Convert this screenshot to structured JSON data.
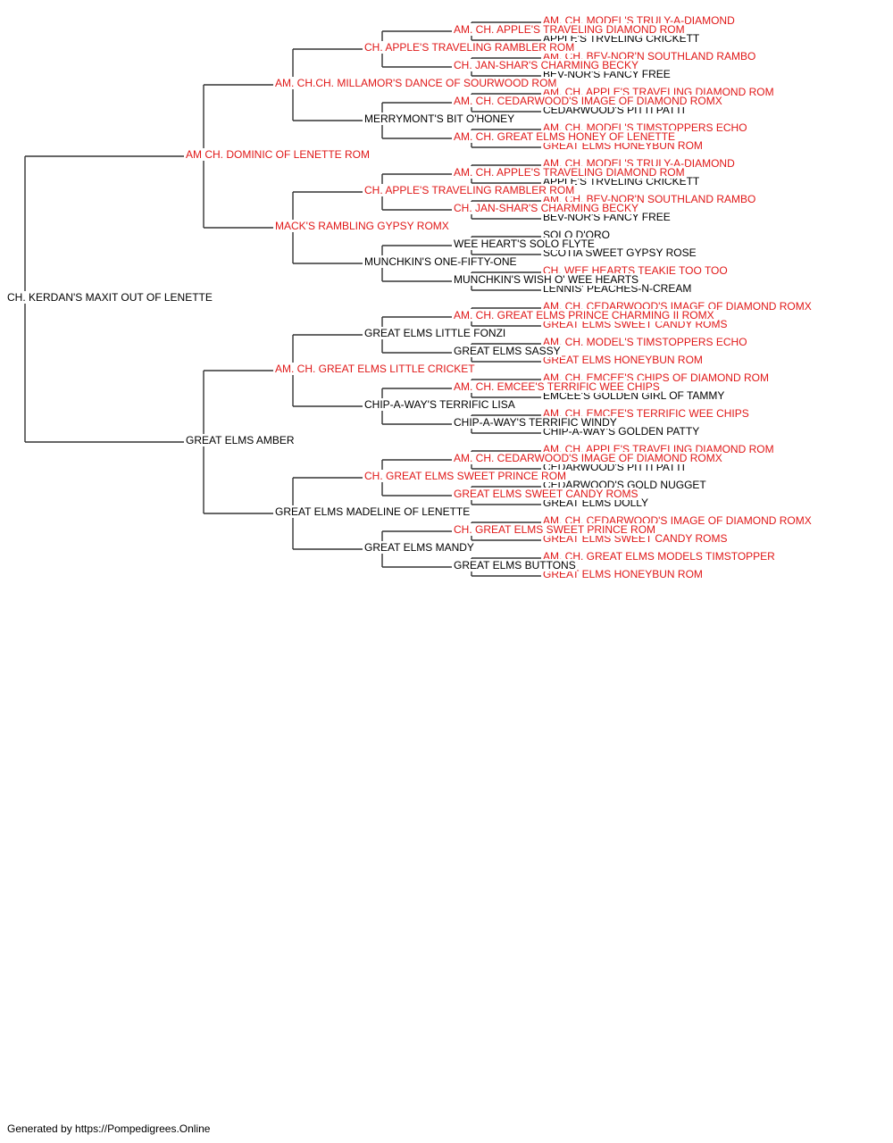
{
  "colors": {
    "champion": "#e01818",
    "normal": "#000000",
    "line": "#333333"
  },
  "pedigree": {
    "name": "CH. KERDAN'S MAXIT OUT OF LENETTE",
    "champion": false,
    "sire": {
      "name": "AM CH. DOMINIC OF LENETTE ROM",
      "champion": true,
      "sire": {
        "name": "AM. CH.CH. MILLAMOR'S DANCE OF SOURWOOD ROM",
        "champion": true,
        "sire": {
          "name": "CH. APPLE'S TRAVELING RAMBLER ROM",
          "champion": true,
          "sire": {
            "name": "AM. CH. APPLE'S TRAVELING DIAMOND ROM",
            "champion": true,
            "sire": {
              "name": "AM. CH. MODEL'S TRULY-A-DIAMOND",
              "champion": true
            },
            "dam": {
              "name": "APPLE'S TRVELING CRICKETT",
              "champion": false
            }
          },
          "dam": {
            "name": "CH. JAN-SHAR'S CHARMING BECKY",
            "champion": true,
            "sire": {
              "name": "AM. CH. BEV-NOR'N SOUTHLAND RAMBO",
              "champion": true
            },
            "dam": {
              "name": "BEV-NOR'S FANCY FREE",
              "champion": false
            }
          }
        },
        "dam": {
          "name": "MERRYMONT'S BIT O'HONEY",
          "champion": false,
          "sire": {
            "name": "AM. CH. CEDARWOOD'S IMAGE OF DIAMOND ROMX",
            "champion": true,
            "sire": {
              "name": "AM. CH. APPLE'S TRAVELING DIAMOND ROM",
              "champion": true
            },
            "dam": {
              "name": "CEDARWOOD'S PITTI PATTI",
              "champion": false
            }
          },
          "dam": {
            "name": "AM. CH. GREAT ELMS HONEY OF LENETTE",
            "champion": true,
            "sire": {
              "name": "AM. CH. MODEL'S TIMSTOPPERS ECHO",
              "champion": true
            },
            "dam": {
              "name": "GREAT ELMS HONEYBUN ROM",
              "champion": true
            }
          }
        }
      },
      "dam": {
        "name": "MACK'S RAMBLING GYPSY ROMX",
        "champion": true,
        "sire": {
          "name": "CH. APPLE'S TRAVELING RAMBLER ROM",
          "champion": true,
          "sire": {
            "name": "AM. CH. APPLE'S TRAVELING DIAMOND ROM",
            "champion": true,
            "sire": {
              "name": "AM. CH. MODEL'S TRULY-A-DIAMOND",
              "champion": true
            },
            "dam": {
              "name": "APPLE'S TRVELING CRICKETT",
              "champion": false
            }
          },
          "dam": {
            "name": "CH. JAN-SHAR'S CHARMING BECKY",
            "champion": true,
            "sire": {
              "name": "AM. CH. BEV-NOR'N SOUTHLAND RAMBO",
              "champion": true
            },
            "dam": {
              "name": "BEV-NOR'S FANCY FREE",
              "champion": false
            }
          }
        },
        "dam": {
          "name": "MUNCHKIN'S ONE-FIFTY-ONE",
          "champion": false,
          "sire": {
            "name": "WEE HEART'S SOLO FLYTE",
            "champion": false,
            "sire": {
              "name": "SOLO D'ORO",
              "champion": false
            },
            "dam": {
              "name": "SCOTIA SWEET GYPSY ROSE",
              "champion": false
            }
          },
          "dam": {
            "name": "MUNCHKIN'S WISH O' WEE HEARTS",
            "champion": false,
            "sire": {
              "name": "CH. WEE HEARTS TEAKIE TOO TOO",
              "champion": true
            },
            "dam": {
              "name": "LENNIS' PEACHES-N-CREAM",
              "champion": false
            }
          }
        }
      }
    },
    "dam": {
      "name": "GREAT ELMS AMBER",
      "champion": false,
      "sire": {
        "name": "AM. CH. GREAT ELMS LITTLE CRICKET",
        "champion": true,
        "sire": {
          "name": "GREAT ELMS LITTLE FONZI",
          "champion": false,
          "sire": {
            "name": "AM. CH. GREAT ELMS PRINCE CHARMING II ROMX",
            "champion": true,
            "sire": {
              "name": "AM. CH. CEDARWOOD'S IMAGE OF DIAMOND ROMX",
              "champion": true
            },
            "dam": {
              "name": "GREAT ELMS SWEET CANDY ROMS",
              "champion": true
            }
          },
          "dam": {
            "name": "GREAT ELMS SASSY",
            "champion": false,
            "sire": {
              "name": "AM. CH. MODEL'S TIMSTOPPERS ECHO",
              "champion": true
            },
            "dam": {
              "name": "GREAT ELMS HONEYBUN ROM",
              "champion": true
            }
          }
        },
        "dam": {
          "name": "CHIP-A-WAY'S TERRIFIC LISA",
          "champion": false,
          "sire": {
            "name": "AM. CH. EMCEE'S TERRIFIC WEE CHIPS",
            "champion": true,
            "sire": {
              "name": "AM. CH. EMCEE'S CHIPS OF DIAMOND ROM",
              "champion": true
            },
            "dam": {
              "name": "EMCEE'S GOLDEN GIRL OF TAMMY",
              "champion": false
            }
          },
          "dam": {
            "name": "CHIP-A-WAY'S TERRIFIC WINDY",
            "champion": false,
            "sire": {
              "name": "AM. CH. EMCEE'S TERRIFIC WEE CHIPS",
              "champion": true
            },
            "dam": {
              "name": "CHIP-A-WAY'S GOLDEN PATTY",
              "champion": false
            }
          }
        }
      },
      "dam": {
        "name": "GREAT ELMS MADELINE OF LENETTE",
        "champion": false,
        "sire": {
          "name": "CH. GREAT ELMS SWEET PRINCE ROM",
          "champion": true,
          "sire": {
            "name": "AM. CH. CEDARWOOD'S IMAGE OF DIAMOND ROMX",
            "champion": true,
            "sire": {
              "name": "AM. CH. APPLE'S TRAVELING DIAMOND ROM",
              "champion": true
            },
            "dam": {
              "name": "CEDARWOOD'S PITTI PATTI",
              "champion": false
            }
          },
          "dam": {
            "name": "GREAT ELMS SWEET CANDY ROMS",
            "champion": true,
            "sire": {
              "name": "CEDARWOOD'S GOLD NUGGET",
              "champion": false
            },
            "dam": {
              "name": "GREAT ELMS DOLLY",
              "champion": false
            }
          }
        },
        "dam": {
          "name": "GREAT ELMS MANDY",
          "champion": false,
          "sire": {
            "name": "CH. GREAT ELMS SWEET PRINCE ROM",
            "champion": true,
            "sire": {
              "name": "AM. CH. CEDARWOOD'S IMAGE OF DIAMOND ROMX",
              "champion": true
            },
            "dam": {
              "name": "GREAT ELMS SWEET CANDY ROMS",
              "champion": true
            }
          },
          "dam": {
            "name": "GREAT ELMS BUTTONS",
            "champion": false,
            "sire": {
              "name": "AM. CH. GREAT ELMS MODELS TIMSTOPPER",
              "champion": true
            },
            "dam": {
              "name": "GREAT ELMS HONEYBUN ROM",
              "champion": true
            }
          }
        }
      }
    }
  },
  "footer": "Generated by https://Pompedigrees.Online"
}
